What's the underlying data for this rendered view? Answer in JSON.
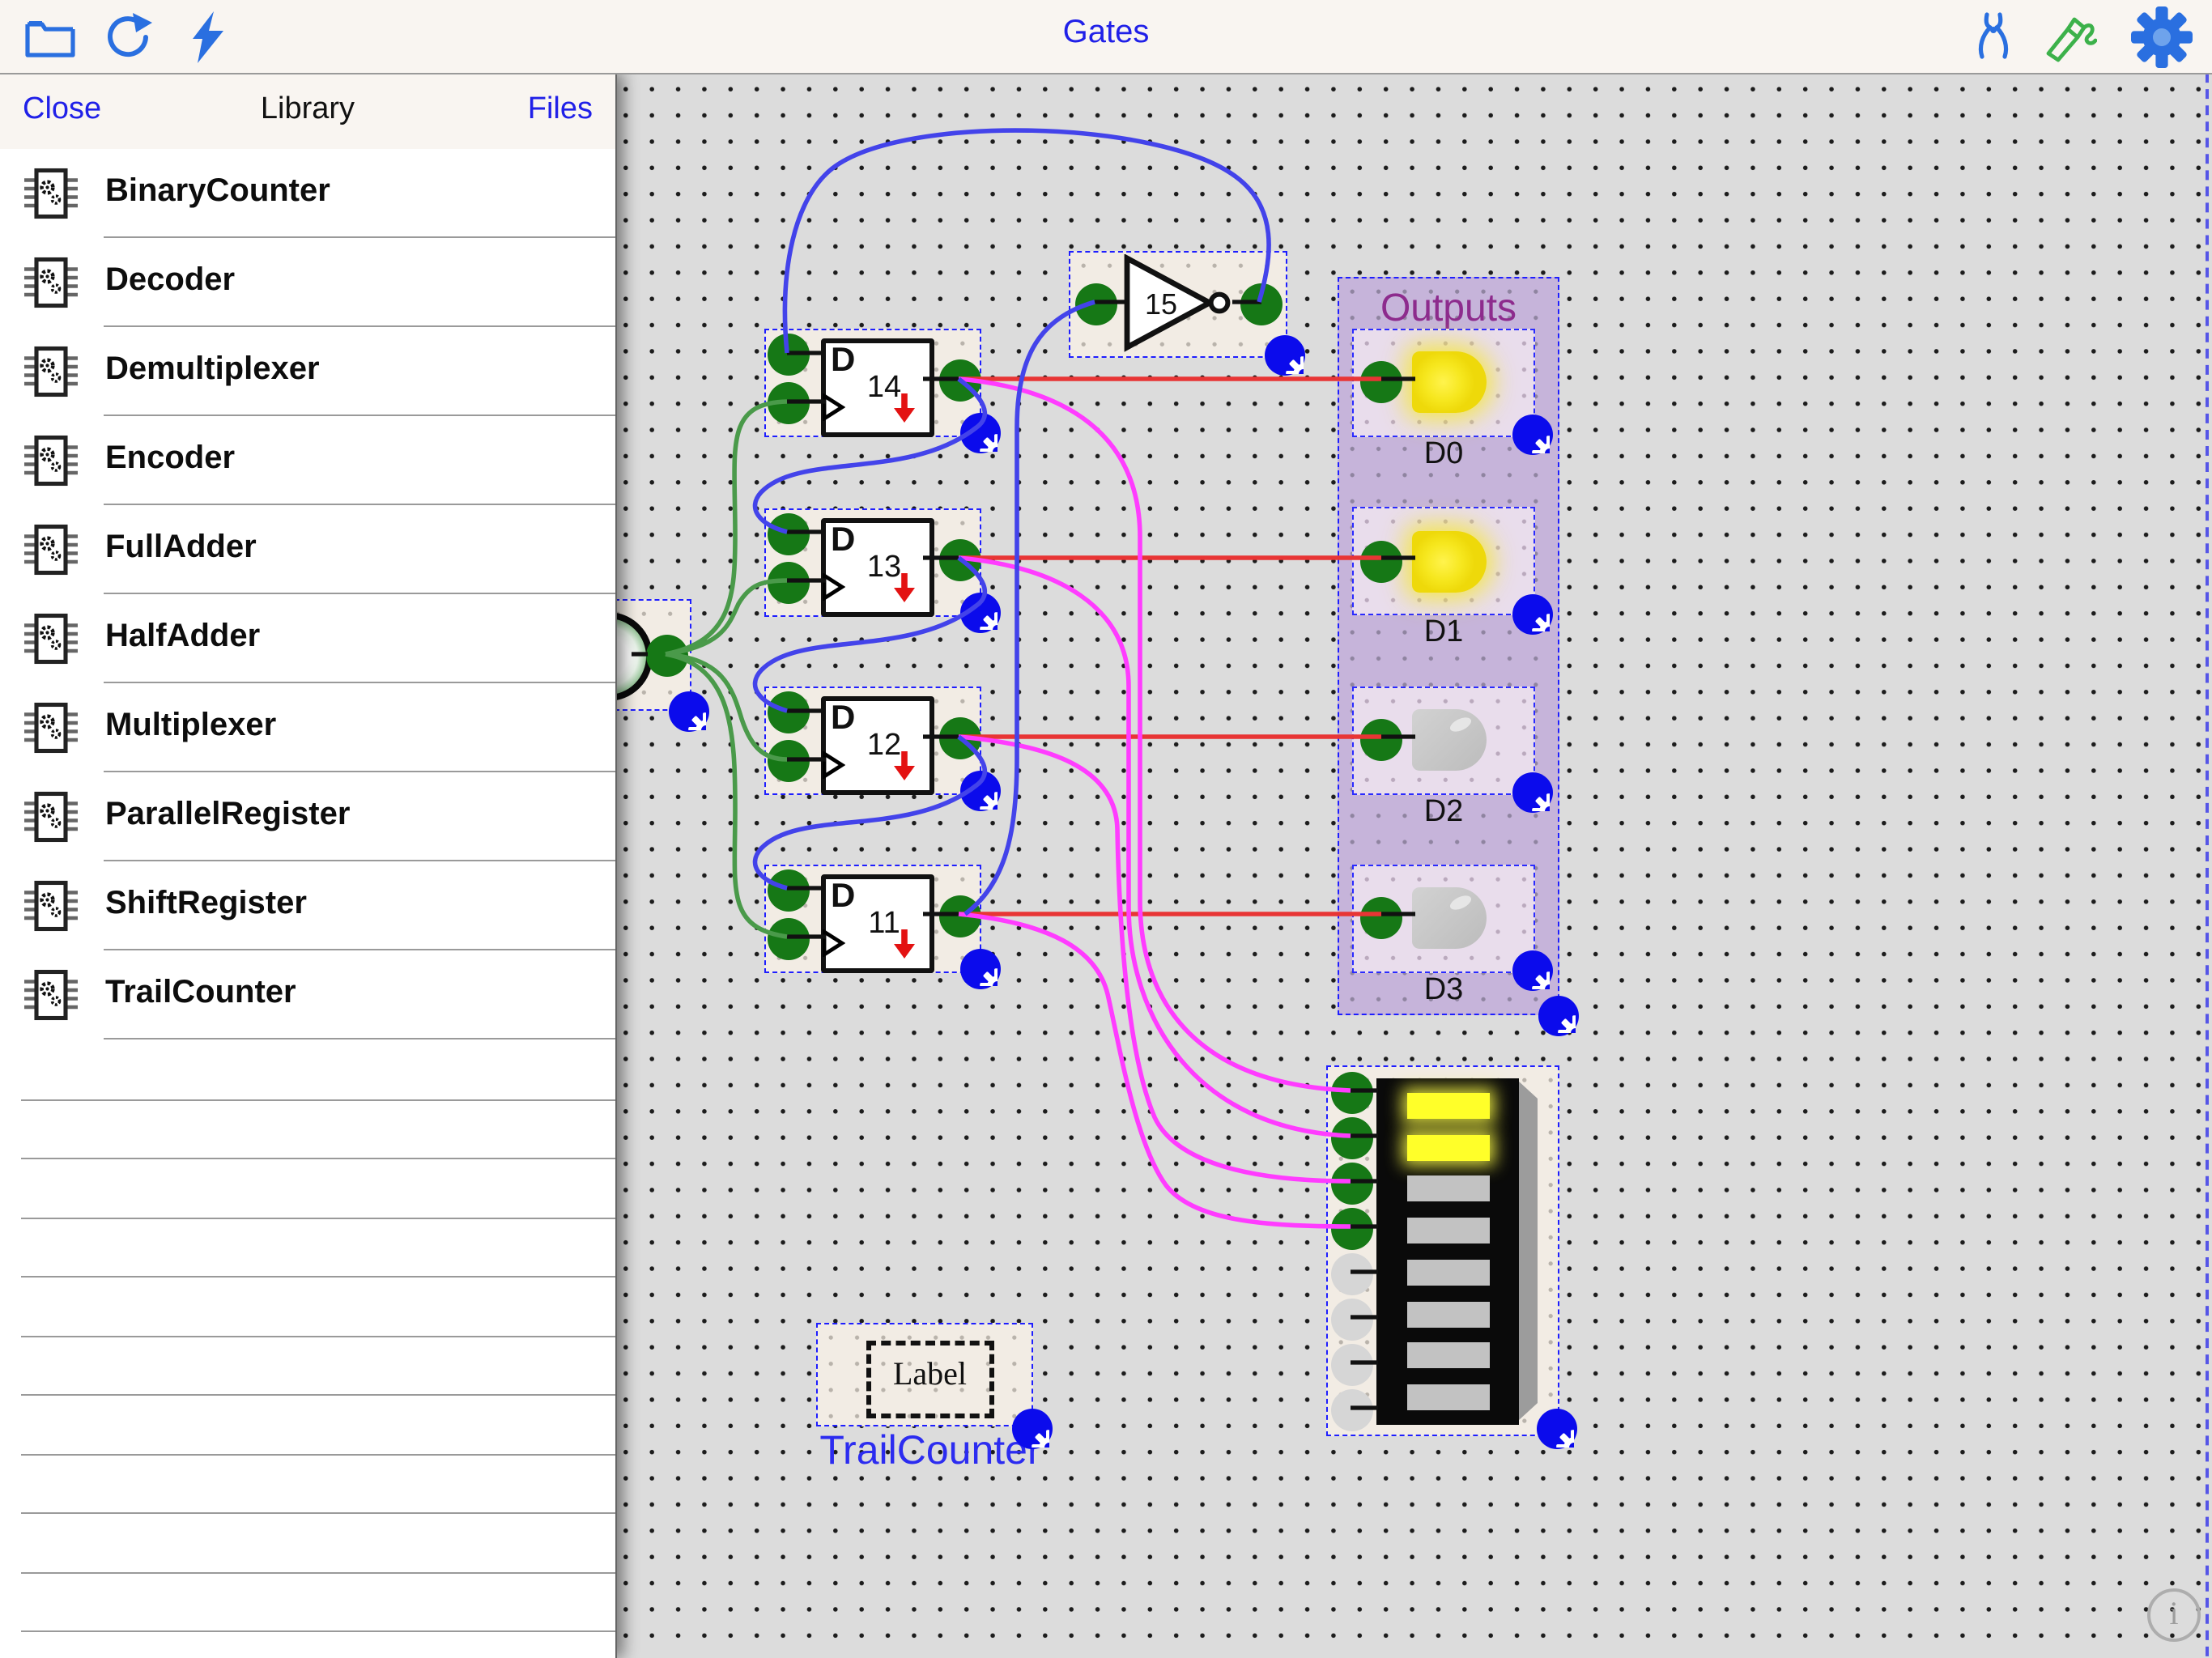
{
  "toolbar": {
    "title": "Gates"
  },
  "library": {
    "close_label": "Close",
    "title": "Library",
    "files_label": "Files",
    "items": [
      {
        "label": "BinaryCounter"
      },
      {
        "label": "Decoder"
      },
      {
        "label": "Demultiplexer"
      },
      {
        "label": "Encoder"
      },
      {
        "label": "FullAdder"
      },
      {
        "label": "HalfAdder"
      },
      {
        "label": "Multiplexer"
      },
      {
        "label": "ParallelRegister"
      },
      {
        "label": "ShiftRegister"
      },
      {
        "label": "TrailCounter"
      }
    ]
  },
  "canvas": {
    "flipflops": [
      {
        "d_label": "D",
        "label": "14"
      },
      {
        "d_label": "D",
        "label": "13"
      },
      {
        "d_label": "D",
        "label": "12"
      },
      {
        "d_label": "D",
        "label": "11"
      }
    ],
    "not_gate": {
      "label": "15"
    },
    "outputs": {
      "title": "Outputs",
      "leds": [
        {
          "label": "D0",
          "state": "on"
        },
        {
          "label": "D1",
          "state": "on"
        },
        {
          "label": "D2",
          "state": "off"
        },
        {
          "label": "D3",
          "state": "off"
        }
      ]
    },
    "bargraph": {
      "segments": [
        "on",
        "on",
        "off",
        "off",
        "off",
        "off",
        "off",
        "off"
      ],
      "inputs": [
        "on",
        "on",
        "on",
        "on",
        "off",
        "off",
        "off",
        "off"
      ]
    },
    "label_component": {
      "text": "Label",
      "caption": "TrailCounter"
    },
    "info_glyph": "i"
  },
  "colors": {
    "selection_blue": "#1e1eff",
    "wire_blue": "#4343ea",
    "wire_green": "#4a9a4a",
    "wire_red": "#e83535",
    "wire_magenta": "#ff3cff",
    "terminal_green": "#167816",
    "gear_blue": "#0b0bec",
    "toolbar_icon_blue": "#2a6fe0",
    "probe_green": "#3cb14a",
    "led_on_yellow": "#f2e41c",
    "group_purple": "#c6b4da",
    "outputs_title_purple": "#8d2b8d",
    "caption_blue": "#2c2cf0",
    "title_blue": "#2020e8"
  }
}
